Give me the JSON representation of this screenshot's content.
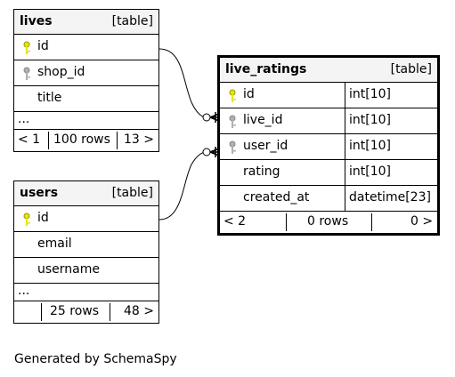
{
  "tables": {
    "lives": {
      "name": "lives",
      "kind": "[table]",
      "columns": [
        {
          "name": "id",
          "key": "primary"
        },
        {
          "name": "shop_id",
          "key": "foreign"
        },
        {
          "name": "title",
          "key": "none"
        }
      ],
      "ellipsis": "...",
      "footer": {
        "left": "< 1",
        "mid": "100 rows",
        "right": "13 >"
      }
    },
    "users": {
      "name": "users",
      "kind": "[table]",
      "columns": [
        {
          "name": "id",
          "key": "primary"
        },
        {
          "name": "email",
          "key": "none"
        },
        {
          "name": "username",
          "key": "none"
        }
      ],
      "ellipsis": "...",
      "footer": {
        "left": "",
        "mid": "25 rows",
        "right": "48 >"
      }
    },
    "live_ratings": {
      "name": "live_ratings",
      "kind": "[table]",
      "columns": [
        {
          "name": "id",
          "type": "int[10]",
          "key": "primary"
        },
        {
          "name": "live_id",
          "type": "int[10]",
          "key": "foreign"
        },
        {
          "name": "user_id",
          "type": "int[10]",
          "key": "foreign"
        },
        {
          "name": "rating",
          "type": "int[10]",
          "key": "none"
        },
        {
          "name": "created_at",
          "type": "datetime[23]",
          "key": "none"
        }
      ],
      "footer": {
        "left": "< 2",
        "mid": "0 rows",
        "right": "0 >"
      }
    }
  },
  "relationships": [
    {
      "from": "live_ratings.live_id",
      "to": "lives.id"
    },
    {
      "from": "live_ratings.user_id",
      "to": "users.id"
    }
  ],
  "colors": {
    "primary_key": "#e6e600",
    "foreign_key": "#b0b0b0",
    "header_bg": "#f4f4f4"
  },
  "credit": "Generated by SchemaSpy"
}
